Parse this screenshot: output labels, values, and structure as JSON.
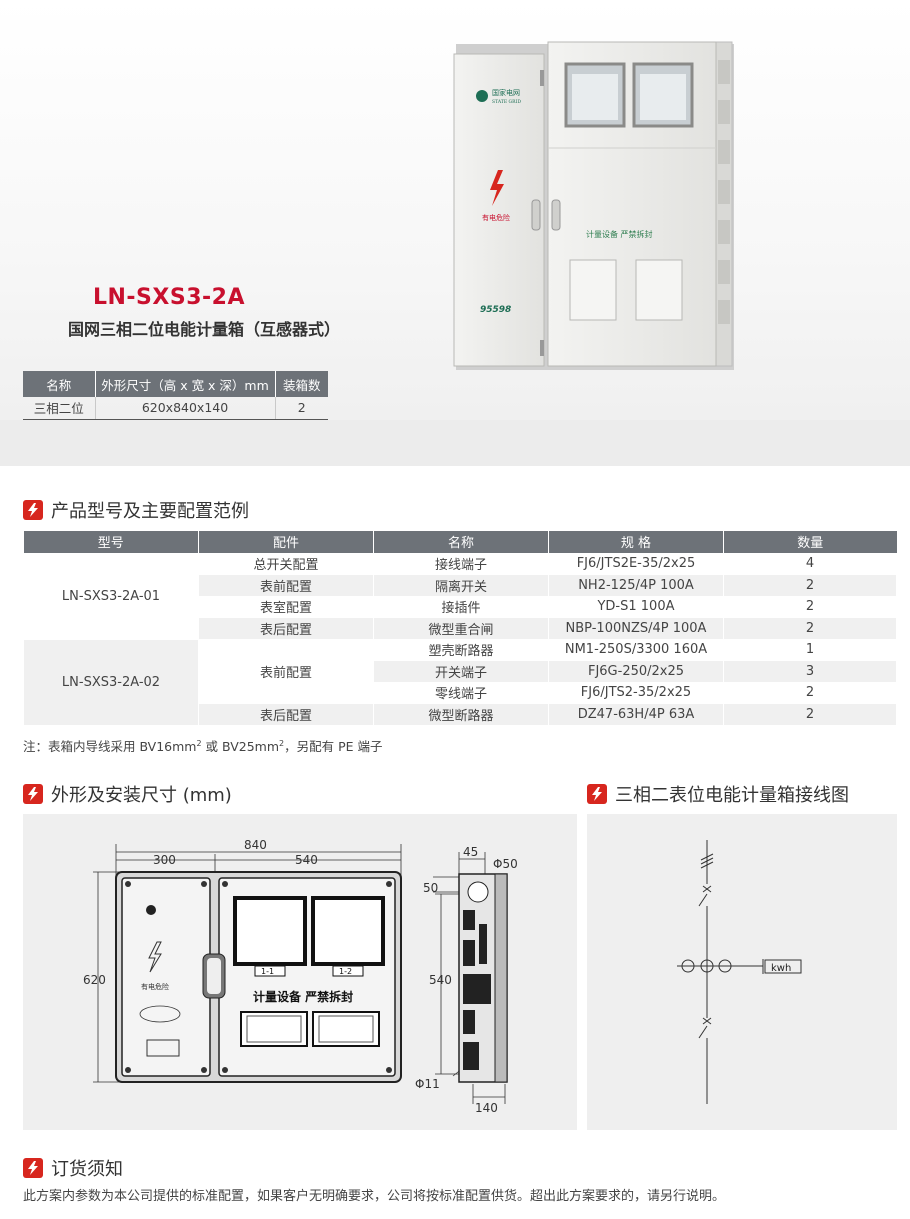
{
  "product": {
    "model": "LN-SXS3-2A",
    "name": "国网三相二位电能计量箱（互感器式）"
  },
  "cabinet_image": {
    "logo_cn": "国家电网",
    "logo_en": "STATE GRID",
    "warning": "有电危险",
    "seal": "计量设备  严禁拆封",
    "hotline": "95598"
  },
  "spec_table": {
    "headers": [
      "名称",
      "外形尺寸（高 x 宽 x 深）mm",
      "装箱数"
    ],
    "rows": [
      [
        "三相二位",
        "620x840x140",
        "2"
      ]
    ]
  },
  "sections": {
    "config": "产品型号及主要配置范例",
    "dimensions": "外形及安装尺寸 (mm)",
    "wiring": "三相二表位电能计量箱接线图",
    "order": "订货须知"
  },
  "config_table": {
    "headers": [
      "型号",
      "配件",
      "名称",
      "规  格",
      "数量"
    ],
    "groups": [
      {
        "model": "LN-SXS3-2A-01",
        "rows": [
          [
            "总开关配置",
            "接线端子",
            "FJ6/JTS2E-35/2x25",
            "4"
          ],
          [
            "表前配置",
            "隔离开关",
            "NH2-125/4P 100A",
            "2"
          ],
          [
            "表室配置",
            "接插件",
            "YD-S1 100A",
            "2"
          ],
          [
            "表后配置",
            "微型重合闸",
            "NBP-100NZS/4P 100A",
            "2"
          ]
        ]
      },
      {
        "model": "LN-SXS3-2A-02",
        "part_merged": "表前配置",
        "rows": [
          [
            "塑壳断路器",
            "NM1-250S/3300 160A",
            "1"
          ],
          [
            "开关端子",
            "FJ6G-250/2x25",
            "3"
          ],
          [
            "零线端子",
            "FJ6/JTS2-35/2x25",
            "2"
          ]
        ],
        "last_row": [
          "表后配置",
          "微型断路器",
          "DZ47-63H/4P 63A",
          "2"
        ]
      }
    ]
  },
  "note": {
    "prefix": "注：表箱内导线采用 BV16mm",
    "sup1": "2",
    "mid": " 或 BV25mm",
    "sup2": "2",
    "suffix": "，另配有 PE 端子"
  },
  "dimensions": {
    "total_width": "840",
    "left_width": "300",
    "right_width": "540",
    "height": "620",
    "side_top": "45",
    "hole": "Φ50",
    "side_offset": "50",
    "side_height": "540",
    "mount_hole": "Φ11",
    "depth": "140",
    "window_labels": [
      "1-1",
      "1-2"
    ],
    "seal_text": "计量设备  严禁拆封",
    "warning": "有电危险"
  },
  "wiring": {
    "meter_label": "kwh"
  },
  "order_text": "此方案内参数为本公司提供的标准配置，如果客户无明确要求，公司将按标准配置供货。超出此方案要求的，请另行说明。",
  "colors": {
    "accent": "#d7261e",
    "model_red": "#c8102e",
    "table_header": "#6d7278",
    "seal_green": "#2e7d4f"
  }
}
